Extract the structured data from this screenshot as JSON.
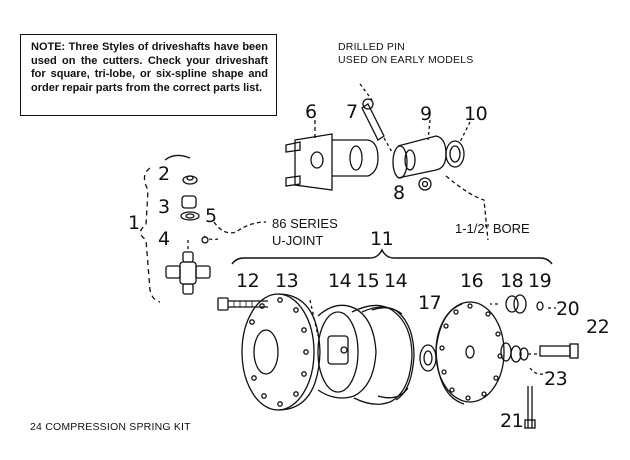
{
  "note": {
    "text": "NOTE: Three Styles of driveshafts have been used on the cutters. Check your driveshaft for square, tri-lobe, or six-spline shape and order repair parts from the correct parts list."
  },
  "labels": {
    "drilled_pin_line1": "DRILLED PIN",
    "drilled_pin_line2": "USED ON EARLY MODELS",
    "series_line1": "86 SERIES",
    "series_line2": "U-JOINT",
    "bore": "1-1/2\" BORE",
    "kit": "24  COMPRESSION SPRING KIT"
  },
  "callouts": [
    "1",
    "2",
    "3",
    "4",
    "5",
    "6",
    "7",
    "8",
    "9",
    "10",
    "11",
    "12",
    "13",
    "14",
    "15",
    "14",
    "16",
    "17",
    "18",
    "19",
    "20",
    "21",
    "22",
    "23"
  ]
}
